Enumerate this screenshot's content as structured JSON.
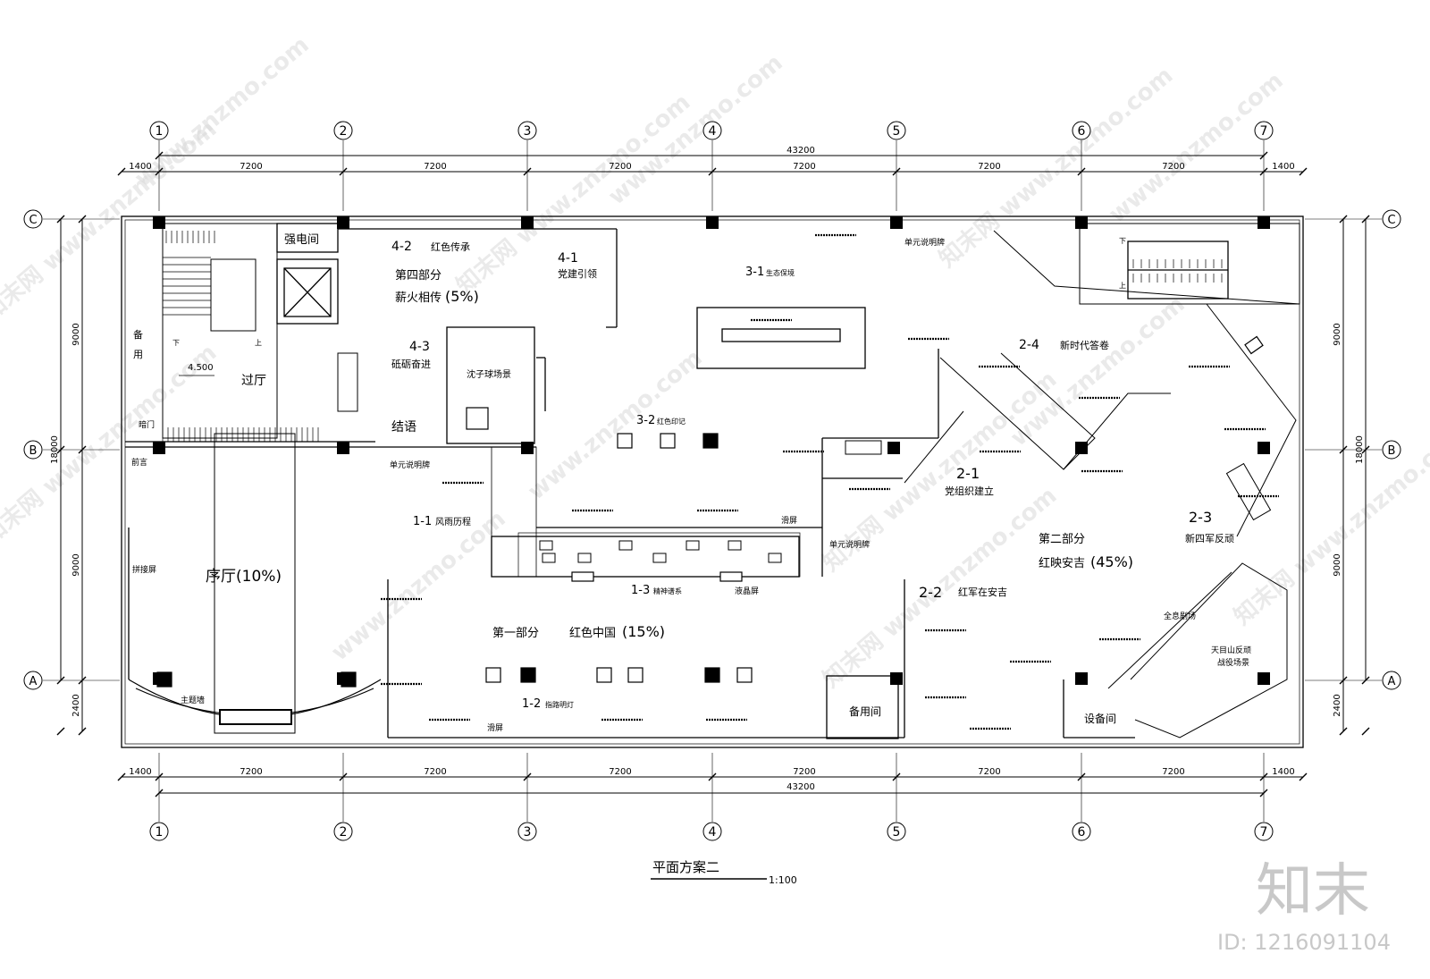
{
  "grid": {
    "columns": [
      "1",
      "2",
      "3",
      "4",
      "5",
      "6",
      "7"
    ],
    "rows": [
      "C",
      "B",
      "A"
    ],
    "total_length": "43200",
    "bay": "7200",
    "edge": "1400",
    "row_dims": {
      "top_bay": "9000",
      "bottom_bay": "9000",
      "total": "18000",
      "edge": "2400"
    }
  },
  "rooms": {
    "strong_current": "强电间",
    "standby_left": "备",
    "standby_left2": "用",
    "hall": "过厅",
    "level": "4.500",
    "down": "下",
    "up": "上",
    "hidden_door": "暗门",
    "prelude_hall": "序厅",
    "prelude_pct": "(10%)",
    "foreword": "前言",
    "spliced_screen": "拼接屏",
    "theme_wall": "主题墙",
    "conclusion": "结语",
    "spare_room": "备用间",
    "equipment_room": "设备间"
  },
  "labels": {
    "s4_2": "4-2",
    "s4_2_name": "红色传承",
    "part4": "第四部分",
    "part4_name": "薪火相传",
    "part4_pct": "(5%)",
    "s4_1": "4-1",
    "s4_1_name": "党建引领",
    "s4_3": "4-3",
    "s4_3_name": "砥砺奋进",
    "pool_scene": "沈子球场景",
    "s3_1": "3-1",
    "s3_1_name": "生态保境",
    "s3_2": "3-2",
    "s3_2_name": "红色印记",
    "slide_screen_a": "滑屏",
    "unit_board_a": "单元说明牌",
    "unit_board_b": "单元说明牌",
    "unit_board_c": "单元说明牌",
    "s1_1": "1-1",
    "s1_1_name": "风雨历程",
    "s1_3": "1-3",
    "s1_3_name": "精神谱系",
    "lcd_screen": "液晶屏",
    "part1": "第一部分",
    "part1_name": "红色中国",
    "part1_pct": "(15%)",
    "s1_2": "1-2",
    "s1_2_name": "指路明灯",
    "slide_screen_b": "滑屏",
    "s2_4": "2-4",
    "s2_4_name": "新时代答卷",
    "s2_1": "2-1",
    "s2_1_name": "党组织建立",
    "part2": "第二部分",
    "part2_name": "红映安吉",
    "part2_pct": "(45%)",
    "s2_3": "2-3",
    "s2_3_name": "新四军反顽",
    "s2_2": "2-2",
    "s2_2_name": "红军在安吉",
    "holo_theater": "全息剧场",
    "battle_scene_1": "天目山反顽",
    "battle_scene_2": "战役场景"
  },
  "footer": {
    "title": "平面方案二",
    "scale": "1:100",
    "watermark_brand": "知末",
    "id_text": "ID: 1216091104",
    "watermark_site": "www.znzmo.com",
    "watermark_logo": "知末网"
  }
}
